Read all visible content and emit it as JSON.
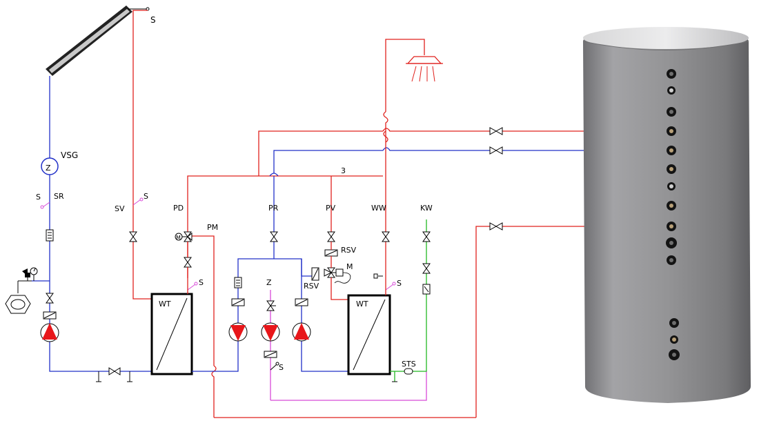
{
  "labels": {
    "collector_sensor": "S",
    "vsg": "VSG",
    "sr_s": "S",
    "sr": "SR",
    "sv": "SV",
    "sv_s": "S",
    "pd": "PD",
    "pm": "PM",
    "pr": "PR",
    "pv": "PV",
    "ww": "WW",
    "kw": "KW",
    "three": "3",
    "rsv_top": "RSV",
    "rsv_left": "RSV",
    "m": "M",
    "z": "Z",
    "z_s": "S",
    "wt_left": "WT",
    "wt_right": "WT",
    "wt_left_s": "S",
    "wt_right_s": "S",
    "sts": "STS",
    "vsg_symbol": "Z"
  },
  "colors": {
    "hot": "#e0201c",
    "cold": "#2130c8",
    "fresh": "#22b822",
    "circulation": "#d84ad8",
    "pump": "#e8161a",
    "tank": "#8e8e90"
  }
}
